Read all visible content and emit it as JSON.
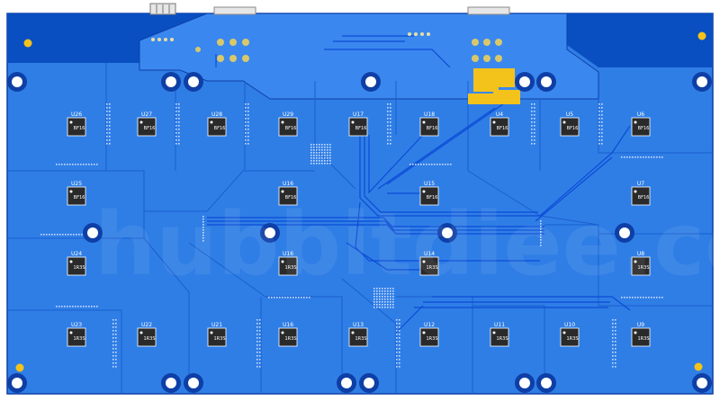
{
  "board": {
    "colors": {
      "background": "#ffffff",
      "copper": "#2f7ee6",
      "copper_dark": "#0a4fc2",
      "outline": "#0e3fa6",
      "trace": "#0b4bd6",
      "gold": "#f3c21b",
      "pin": "#d9c86a",
      "chip": "#2a2a2a",
      "hole": "#ffffff"
    },
    "watermark": "hubbitdiee.co",
    "rows": [
      {
        "refs": [
          "U26",
          "U27",
          "U28",
          "U29",
          "U17",
          "U18",
          "U4",
          "U5",
          "U6"
        ],
        "marking": "BF16"
      },
      {
        "refs": [
          "U25",
          "U16",
          "U15",
          "U7"
        ],
        "marking": "BF16"
      },
      {
        "refs": [
          "U24",
          "U16",
          "U14",
          "U8"
        ],
        "marking": "1R3S"
      },
      {
        "refs": [
          "U23",
          "U22",
          "U21",
          "U16",
          "U13",
          "U12",
          "U11",
          "U10",
          "U9"
        ],
        "marking": "1R3S"
      }
    ]
  }
}
